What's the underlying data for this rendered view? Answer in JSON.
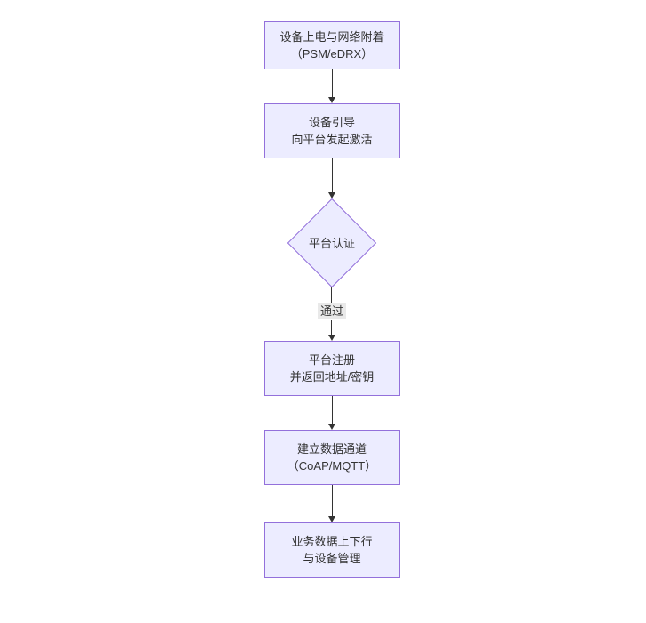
{
  "diagram": {
    "type": "flowchart",
    "direction": "top-down",
    "colors": {
      "background": "#ffffff",
      "node_fill": "#ECECFF",
      "node_border": "#9370DB",
      "text": "#333333",
      "edge": "#333333",
      "edge_label_bg": "#e8e8e8"
    },
    "nodes": [
      {
        "shape": "rect",
        "line1": "设备上电与网络附着",
        "line2": "（PSM/eDRX）"
      },
      {
        "shape": "rect",
        "line1": "设备引导",
        "line2": "向平台发起激活"
      },
      {
        "shape": "diamond",
        "line1": "平台认证"
      },
      {
        "shape": "rect",
        "line1": "平台注册",
        "line2": "并返回地址/密钥"
      },
      {
        "shape": "rect",
        "line1": "建立数据通道",
        "line2": "（CoAP/MQTT）"
      },
      {
        "shape": "rect",
        "line1": "业务数据上下行",
        "line2": "与设备管理"
      }
    ],
    "edges": [
      {
        "from": 0,
        "to": 1,
        "label": ""
      },
      {
        "from": 1,
        "to": 2,
        "label": ""
      },
      {
        "from": 2,
        "to": 3,
        "label": "通过"
      },
      {
        "from": 3,
        "to": 4,
        "label": ""
      },
      {
        "from": 4,
        "to": 5,
        "label": ""
      }
    ]
  }
}
